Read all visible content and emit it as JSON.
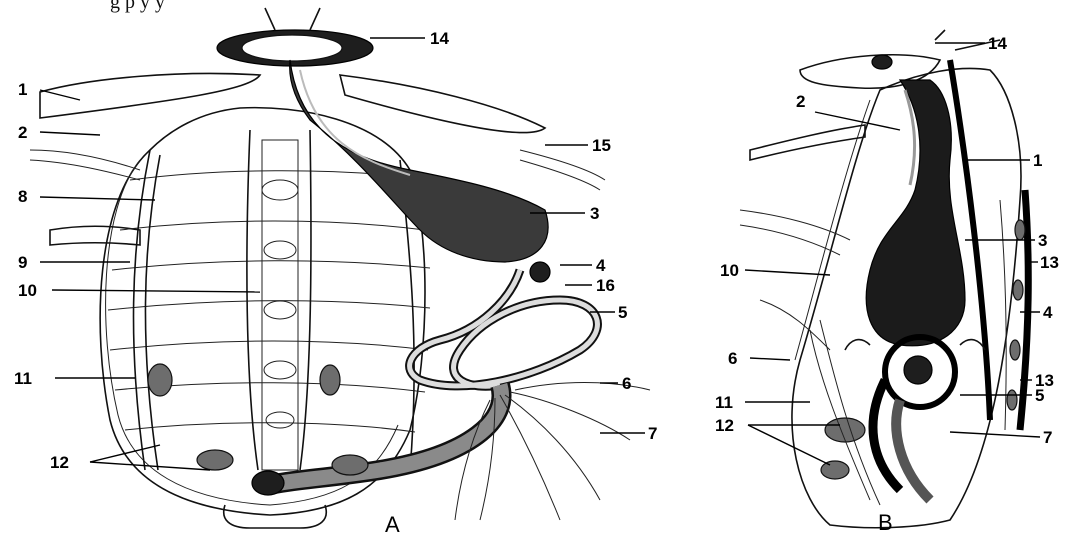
{
  "caption_fragment": "g                                  p                    y  y",
  "panels": [
    "A",
    "B"
  ],
  "labels_a": [
    "1",
    "2",
    "8",
    "9",
    "10",
    "11",
    "12",
    "14",
    "15",
    "3",
    "4",
    "16",
    "5",
    "6",
    "7"
  ],
  "labels_b": [
    "14",
    "2",
    "1",
    "3",
    "13",
    "10",
    "4",
    "6",
    "13",
    "11",
    "5",
    "12",
    "7"
  ]
}
